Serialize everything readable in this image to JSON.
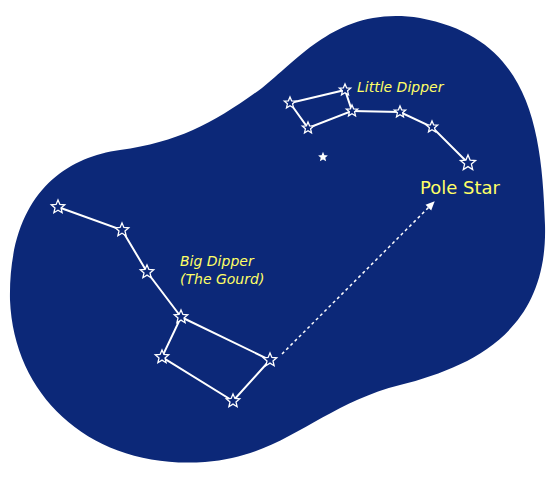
{
  "diagram": {
    "labels": [
      "Little Dipper",
      "Big Dipper (The Gourd)",
      "Pole Star"
    ]
  }
}
